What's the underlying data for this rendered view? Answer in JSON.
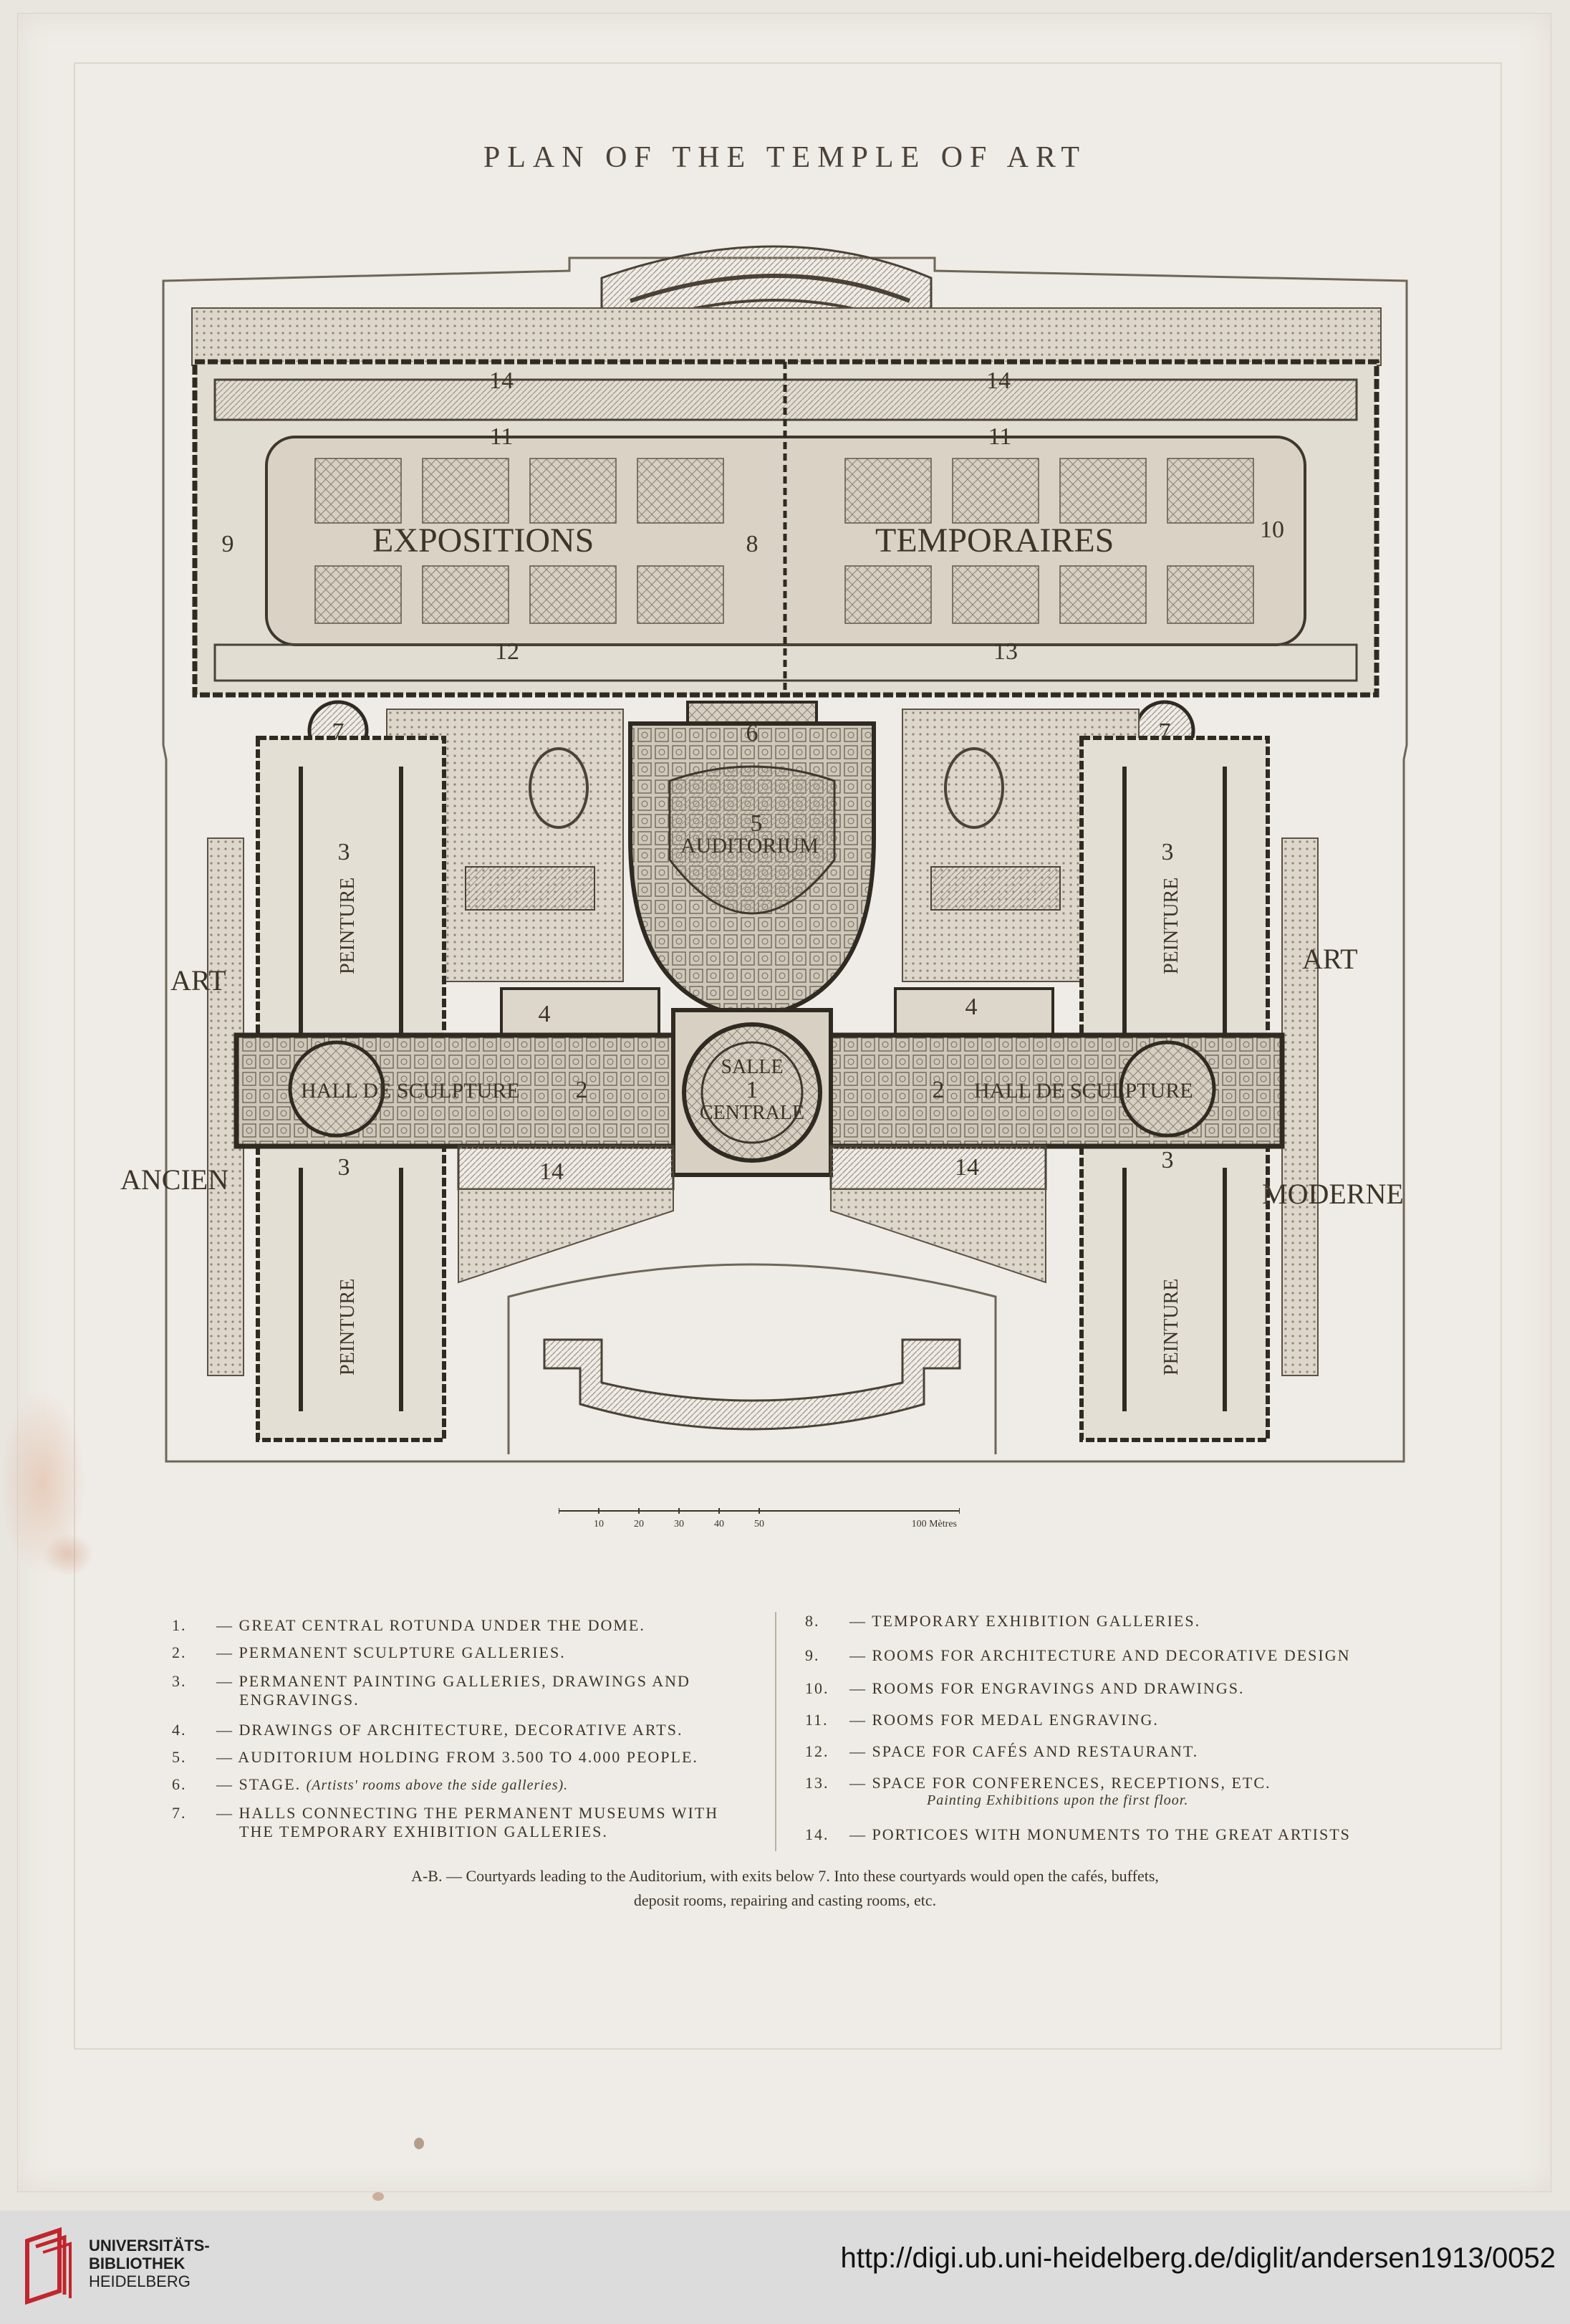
{
  "title": "PLAN OF THE TEMPLE OF ART",
  "plan": {
    "side_left_top": "ART",
    "side_left_bottom": "ANCIEN",
    "side_right_top": "ART",
    "side_right_bottom": "MODERNE",
    "expositions": "EXPOSITIONS",
    "temporaires": "TEMPORAIRES",
    "auditorium": "AUDITORIUM",
    "salle": "SALLE",
    "centrale": "CENTRALE",
    "hall_left": "HALL DE SCULPTURE",
    "hall_right": "HALL DE SCULPTURE",
    "peinture": "PEINTURE",
    "numbers": {
      "n1": "1",
      "n2": "2",
      "n3": "3",
      "n4": "4",
      "n5": "5",
      "n6": "6",
      "n7": "7",
      "n8": "8",
      "n9": "9",
      "n10": "10",
      "n11": "11",
      "n12": "12",
      "n13": "13",
      "n14": "14"
    }
  },
  "scale": {
    "ticks": [
      "10",
      "20",
      "30",
      "40",
      "50"
    ],
    "end": "100 Mètres"
  },
  "legend_left": [
    {
      "n": "1.",
      "text": "— GREAT CENTRAL ROTUNDA UNDER THE DOME."
    },
    {
      "n": "2.",
      "text": "— PERMANENT SCULPTURE GALLERIES."
    },
    {
      "n": "3.",
      "text": "— PERMANENT PAINTING GALLERIES, DRAWINGS AND",
      "cont": "ENGRAVINGS."
    },
    {
      "n": "4.",
      "text": "— DRAWINGS OF ARCHITECTURE, DECORATIVE ARTS."
    },
    {
      "n": "5.",
      "text": "— AUDITORIUM HOLDING FROM 3.500 TO 4.000 PEOPLE."
    },
    {
      "n": "6.",
      "text": "— STAGE.",
      "italic": "(Artists' rooms above the side galleries)."
    },
    {
      "n": "7.",
      "text": "— HALLS CONNECTING THE PERMANENT MUSEUMS WITH",
      "cont": "THE TEMPORARY EXHIBITION GALLERIES."
    }
  ],
  "legend_right": [
    {
      "n": "8.",
      "text": "— TEMPORARY EXHIBITION GALLERIES."
    },
    {
      "n": "9.",
      "text": "— ROOMS FOR ARCHITECTURE AND DECORATIVE DESIGN"
    },
    {
      "n": "10.",
      "text": "— ROOMS FOR ENGRAVINGS AND DRAWINGS."
    },
    {
      "n": "11.",
      "text": "— ROOMS FOR MEDAL ENGRAVING."
    },
    {
      "n": "12.",
      "text": "— SPACE FOR CAFÉS AND RESTAURANT."
    },
    {
      "n": "13.",
      "text": "— SPACE FOR CONFERENCES, RECEPTIONS, ETC.",
      "italic_cont": "Painting Exhibitions upon the first floor."
    },
    {
      "n": "14.",
      "text": "— PORTICOES WITH MONUMENTS TO THE GREAT ARTISTS"
    }
  ],
  "footnote": {
    "line1": "A-B. — Courtyards leading to the Auditorium, with exits below 7. Into these courtyards would open the cafés, buffets,",
    "line2": "deposit rooms, repairing and casting rooms, etc."
  },
  "footer": {
    "library_line1": "UNIVERSITÄTS-",
    "library_line2": "BIBLIOTHEK",
    "library_line3": "HEIDELBERG",
    "url": "http://digi.ub.uni-heidelberg.de/diglit/andersen1913/0052",
    "logo_color": "#c0262d"
  }
}
